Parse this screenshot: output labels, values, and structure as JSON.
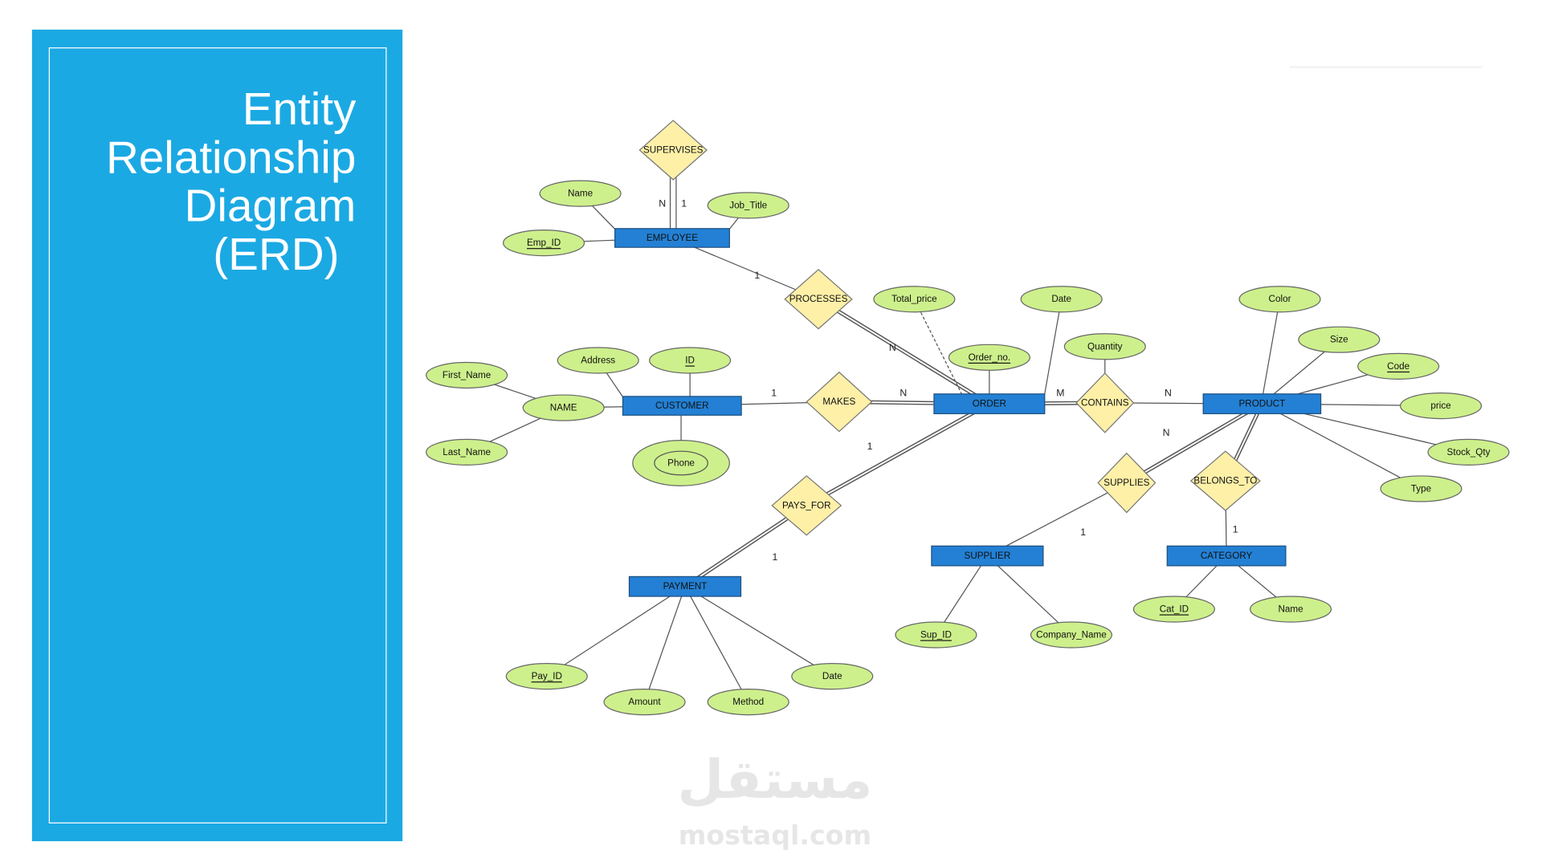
{
  "slide": {
    "title_lines": [
      "Entity",
      "Relationship",
      "Diagram",
      "(ERD)"
    ],
    "panel_color": "#1BA9E3"
  },
  "diagram": {
    "colors": {
      "entity_fill": "#2380D4",
      "relationship_fill": "#FFF0A8",
      "attribute_fill": "#CDF08C",
      "line": "#555555"
    },
    "entities": [
      {
        "id": "employee",
        "label": "EMPLOYEE"
      },
      {
        "id": "customer",
        "label": "CUSTOMER"
      },
      {
        "id": "order",
        "label": "ORDER"
      },
      {
        "id": "product",
        "label": "PRODUCT"
      },
      {
        "id": "supplier",
        "label": "SUPPLIER"
      },
      {
        "id": "category",
        "label": "CATEGORY"
      },
      {
        "id": "payment",
        "label": "PAYMENT"
      }
    ],
    "relationships": [
      {
        "id": "supervises",
        "label": "SUPERVISES"
      },
      {
        "id": "processes",
        "label": "PROCESSES"
      },
      {
        "id": "makes",
        "label": "MAKES"
      },
      {
        "id": "contains",
        "label": "CONTAINS"
      },
      {
        "id": "supplies",
        "label": "SUPPLIES"
      },
      {
        "id": "belongs_to",
        "label": "BELONGS_TO"
      },
      {
        "id": "pays_for",
        "label": "PAYS_FOR"
      }
    ],
    "attributes": [
      {
        "id": "emp_name",
        "label": "Name",
        "of": "employee",
        "key": false
      },
      {
        "id": "emp_job",
        "label": "Job_Title",
        "of": "employee",
        "key": false
      },
      {
        "id": "emp_id",
        "label": "Emp_ID",
        "of": "employee",
        "key": true
      },
      {
        "id": "ord_total",
        "label": "Total_price",
        "of": "order",
        "key": false,
        "derived": true
      },
      {
        "id": "ord_date",
        "label": "Date",
        "of": "order",
        "key": false
      },
      {
        "id": "ord_no",
        "label": "Order_no.",
        "of": "order",
        "key": true
      },
      {
        "id": "cont_qty",
        "label": "Quantity",
        "of": "contains",
        "key": false
      },
      {
        "id": "prod_color",
        "label": "Color",
        "of": "product",
        "key": false
      },
      {
        "id": "prod_size",
        "label": "Size",
        "of": "product",
        "key": false
      },
      {
        "id": "prod_code",
        "label": "Code",
        "of": "product",
        "key": true
      },
      {
        "id": "prod_price",
        "label": "price",
        "of": "product",
        "key": false
      },
      {
        "id": "prod_stock",
        "label": "Stock_Qty",
        "of": "product",
        "key": false
      },
      {
        "id": "prod_type",
        "label": "Type",
        "of": "product",
        "key": false
      },
      {
        "id": "cust_name",
        "label": "NAME",
        "of": "customer",
        "key": false
      },
      {
        "id": "cust_first",
        "label": "First_Name",
        "of": "cust_name",
        "key": false
      },
      {
        "id": "cust_last",
        "label": "Last_Name",
        "of": "cust_name",
        "key": false
      },
      {
        "id": "cust_addr",
        "label": "Address",
        "of": "customer",
        "key": false
      },
      {
        "id": "cust_id",
        "label": "ID",
        "of": "customer",
        "key": true
      },
      {
        "id": "cust_phone",
        "label": "Phone",
        "of": "customer",
        "key": false,
        "multivalued": true
      },
      {
        "id": "sup_id",
        "label": "Sup_ID",
        "of": "supplier",
        "key": true
      },
      {
        "id": "sup_company",
        "label": "Company_Name",
        "of": "supplier",
        "key": false
      },
      {
        "id": "cat_id",
        "label": "Cat_ID",
        "of": "category",
        "key": true
      },
      {
        "id": "cat_name",
        "label": "Name",
        "of": "category",
        "key": false
      },
      {
        "id": "pay_id",
        "label": "Pay_ID",
        "of": "payment",
        "key": true
      },
      {
        "id": "pay_amount",
        "label": "Amount",
        "of": "payment",
        "key": false
      },
      {
        "id": "pay_method",
        "label": "Method",
        "of": "payment",
        "key": false
      },
      {
        "id": "pay_date",
        "label": "Date",
        "of": "payment",
        "key": false
      }
    ],
    "connections": [
      {
        "from": "supervises",
        "to": "employee",
        "double": false,
        "cardinality": "N"
      },
      {
        "from": "supervises",
        "to": "employee",
        "double": false,
        "cardinality": "1"
      },
      {
        "from": "employee",
        "to": "processes",
        "double": false,
        "cardinality": "1"
      },
      {
        "from": "processes",
        "to": "order",
        "double": true,
        "cardinality": "N"
      },
      {
        "from": "customer",
        "to": "makes",
        "double": false,
        "cardinality": "1"
      },
      {
        "from": "makes",
        "to": "order",
        "double": true,
        "cardinality": "N"
      },
      {
        "from": "order",
        "to": "pays_for",
        "double": true,
        "cardinality": "1"
      },
      {
        "from": "pays_for",
        "to": "payment",
        "double": true,
        "cardinality": "1"
      },
      {
        "from": "order",
        "to": "contains",
        "double": true,
        "cardinality": "M"
      },
      {
        "from": "contains",
        "to": "product",
        "double": false,
        "cardinality": "N"
      },
      {
        "from": "product",
        "to": "supplies",
        "double": true,
        "cardinality": "N"
      },
      {
        "from": "supplies",
        "to": "supplier",
        "double": false,
        "cardinality": "1"
      },
      {
        "from": "product",
        "to": "belongs_to",
        "double": true,
        "cardinality": ""
      },
      {
        "from": "belongs_to",
        "to": "category",
        "double": false,
        "cardinality": "1"
      }
    ]
  },
  "watermark": {
    "arabic": "مستقل",
    "latin": "mostaql.com"
  }
}
